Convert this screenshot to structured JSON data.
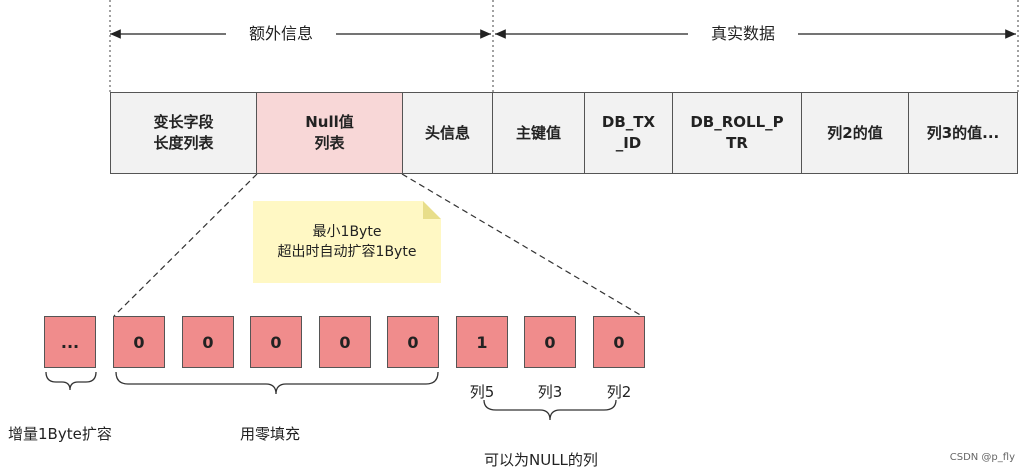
{
  "sections": {
    "extra_info": "额外信息",
    "real_data": "真实数据"
  },
  "fields": [
    {
      "label": "变长字段\n长度列表",
      "highlight": false
    },
    {
      "label": "Null值\n列表",
      "highlight": true
    },
    {
      "label": "头信息",
      "highlight": false
    },
    {
      "label": "主键值",
      "highlight": false
    },
    {
      "label": "DB_TX\n_ID",
      "highlight": false
    },
    {
      "label": "DB_ROLL_P\nTR",
      "highlight": false
    },
    {
      "label": "列2的值",
      "highlight": false
    },
    {
      "label": "列3的值...",
      "highlight": false
    }
  ],
  "note": "最小1Byte\n超出时自动扩容1Byte",
  "bits": [
    "...",
    "0",
    "0",
    "0",
    "0",
    "0",
    "1",
    "0",
    "0"
  ],
  "column_labels": [
    "列5",
    "列3",
    "列2"
  ],
  "captions": {
    "expand": "增量1Byte扩容",
    "zero_fill": "用零填充",
    "nullable": "可以为NULL的列"
  },
  "watermark": "CSDN @p_fly",
  "colors": {
    "field_bg": "#f2f2f2",
    "highlight_bg": "#f8d7d7",
    "bit_bg": "#f08c8c",
    "note_bg": "#fff8c4"
  }
}
